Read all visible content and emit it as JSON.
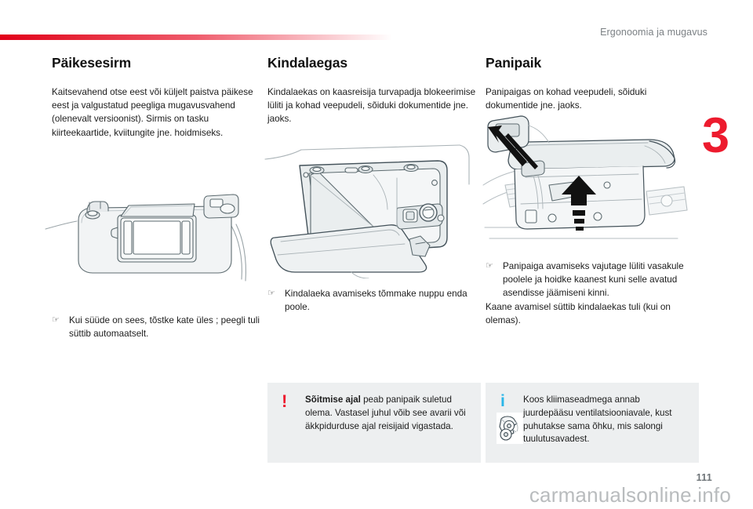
{
  "header": {
    "chapter_title": "Ergonoomia ja mugavus",
    "chapter_number": "3"
  },
  "columns": [
    {
      "id": "pakesesirm",
      "title": "Päikesesirm",
      "paragraphs": [
        "Kaitsevahend otse eest või küljelt paistva päikese eest ja valgustatud peegliga mugavusvahend (olenevalt versioonist). Sirmis on tasku kiirteekaartide, kviitungite jne. hoidmiseks."
      ],
      "figure_name": "sun-visor-illustration",
      "bullets": [
        {
          "glyph": "☞",
          "text": "Kui süüde on sees, tõstke kate üles ; peegli tuli süttib automaatselt."
        }
      ]
    },
    {
      "id": "kindalaegas",
      "title": "Kindalaegas",
      "paragraphs": [
        "Kindalaekas on kaasreisija turvapadja blokeerimise lüliti ja kohad veepudeli, sõiduki dokumentide jne. jaoks."
      ],
      "figure_name": "glove-box-illustration",
      "bullets": [
        {
          "glyph": "☞",
          "text": "Kindalaeka avamiseks tõmmake nuppu enda poole."
        }
      ]
    },
    {
      "id": "panipaik",
      "title": "Panipaik",
      "paragraphs": [
        "Panipaigas on kohad veepudeli, sõiduki dokumentide jne. jaoks."
      ],
      "figure_name": "overhead-storage-illustration",
      "bullets": [
        {
          "glyph": "☞",
          "text": "Panipaiga avamiseks vajutage lüliti vasakule poolele ja hoidke kaanest kuni selle avatud asendisse jäämiseni kinni."
        }
      ],
      "after_bullet_paragraph": "Kaane avamisel süttib kindalaekas tuli (kui on olemas)."
    }
  ],
  "callouts": {
    "warning": {
      "mark": "!",
      "lead": "Sõitmise ajal",
      "text": " peab panipaik suletud olema. Vastasel juhul võib see avarii või äkkpidurduse ajal reisijaid vigastada."
    },
    "info": {
      "mark": "i",
      "text": "Koos kliimaseadmega annab juurdepääsu ventilatsiooniavale, kust puhutakse sama õhku, mis salongi tuulutusavadest.",
      "thumb_name": "ventilation-fan-thumbnail"
    }
  },
  "footer": {
    "page_number": "111",
    "watermark": "carmanualsonline.info"
  },
  "colors": {
    "accent_red": "#ed1b2e",
    "info_blue": "#29b6e8",
    "callout_bg": "#edeff0",
    "header_gray": "#7b8084"
  }
}
